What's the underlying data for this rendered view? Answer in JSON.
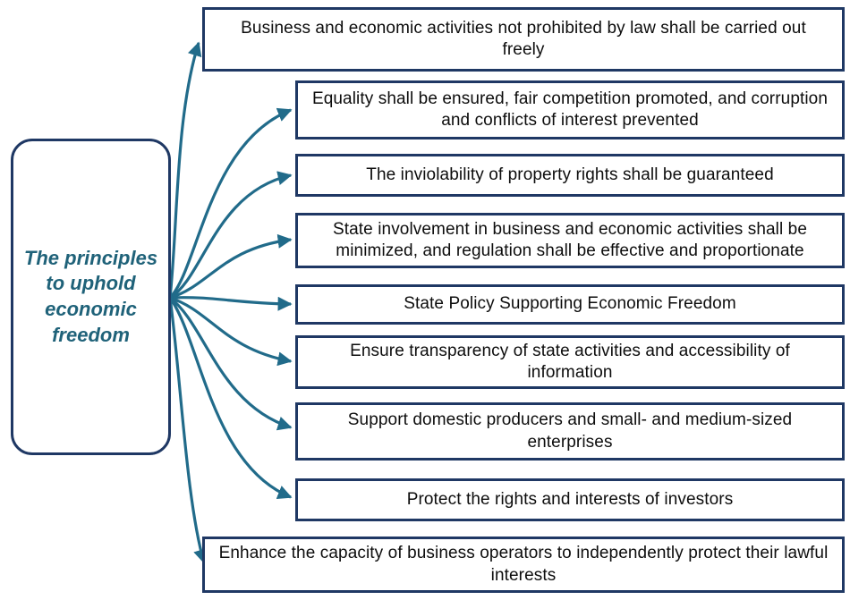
{
  "diagram": {
    "title": "The principles to uphold economic freedom",
    "colors": {
      "box_border": "#1F3864",
      "root_text": "#1F6279",
      "connector": "#216B8A",
      "box_text": "#0D0D0D",
      "background": "#FFFFFF"
    },
    "root": {
      "label": "The principles to uphold economic freedom"
    },
    "branches": [
      {
        "label": "Business and economic activities not prohibited by law shall be carried out freely"
      },
      {
        "label": "Equality shall be ensured, fair competition promoted, and corruption and conflicts of interest prevented"
      },
      {
        "label": "The inviolability of property rights shall be guaranteed"
      },
      {
        "label": "State involvement in business and economic activities shall be minimized, and regulation shall be effective and proportionate"
      },
      {
        "label": "State Policy Supporting Economic Freedom"
      },
      {
        "label": "Ensure transparency of state activities and accessibility of information"
      },
      {
        "label": "Support domestic producers and small- and medium-sized enterprises"
      },
      {
        "label": "Protect the rights and interests of investors"
      },
      {
        "label": "Enhance the capacity of business operators to independently protect their lawful interests"
      }
    ]
  }
}
